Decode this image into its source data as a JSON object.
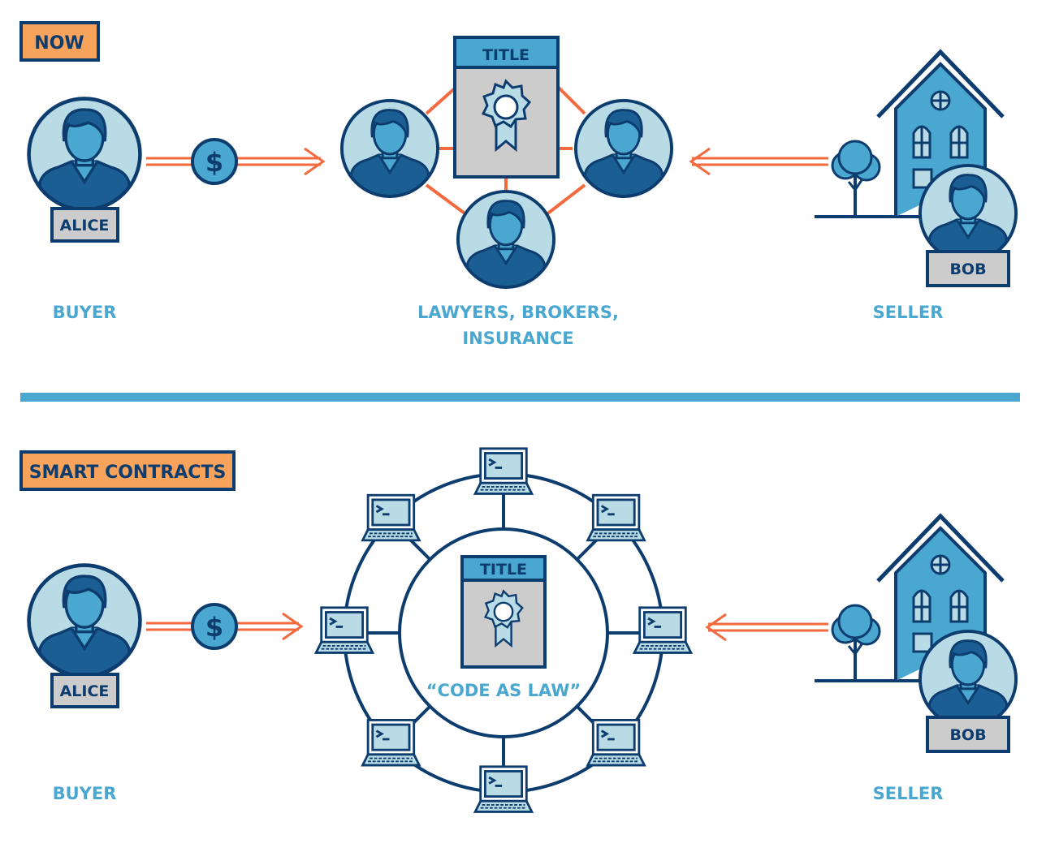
{
  "colors": {
    "navy": "#0d3c6e",
    "blue": "#4aa8d0",
    "light_blue": "#b8dbe6",
    "orange_badge": "#f7a35c",
    "orange_line": "#f26a3d",
    "grey": "#cccccc"
  },
  "now": {
    "badge": "NOW",
    "buyer_name": "ALICE",
    "seller_name": "BOB",
    "document_title": "TITLE",
    "buyer_label": "BUYER",
    "intermediaries_label_line1": "LAWYERS, BROKERS,",
    "intermediaries_label_line2": "INSURANCE",
    "seller_label": "SELLER",
    "currency_symbol": "$"
  },
  "smart_contracts": {
    "badge": "SMART CONTRACTS",
    "buyer_name": "ALICE",
    "seller_name": "BOB",
    "document_title": "TITLE",
    "center_caption": "“CODE AS LAW”",
    "buyer_label": "BUYER",
    "seller_label": "SELLER",
    "currency_symbol": "$",
    "terminal_prompt": ">_"
  }
}
